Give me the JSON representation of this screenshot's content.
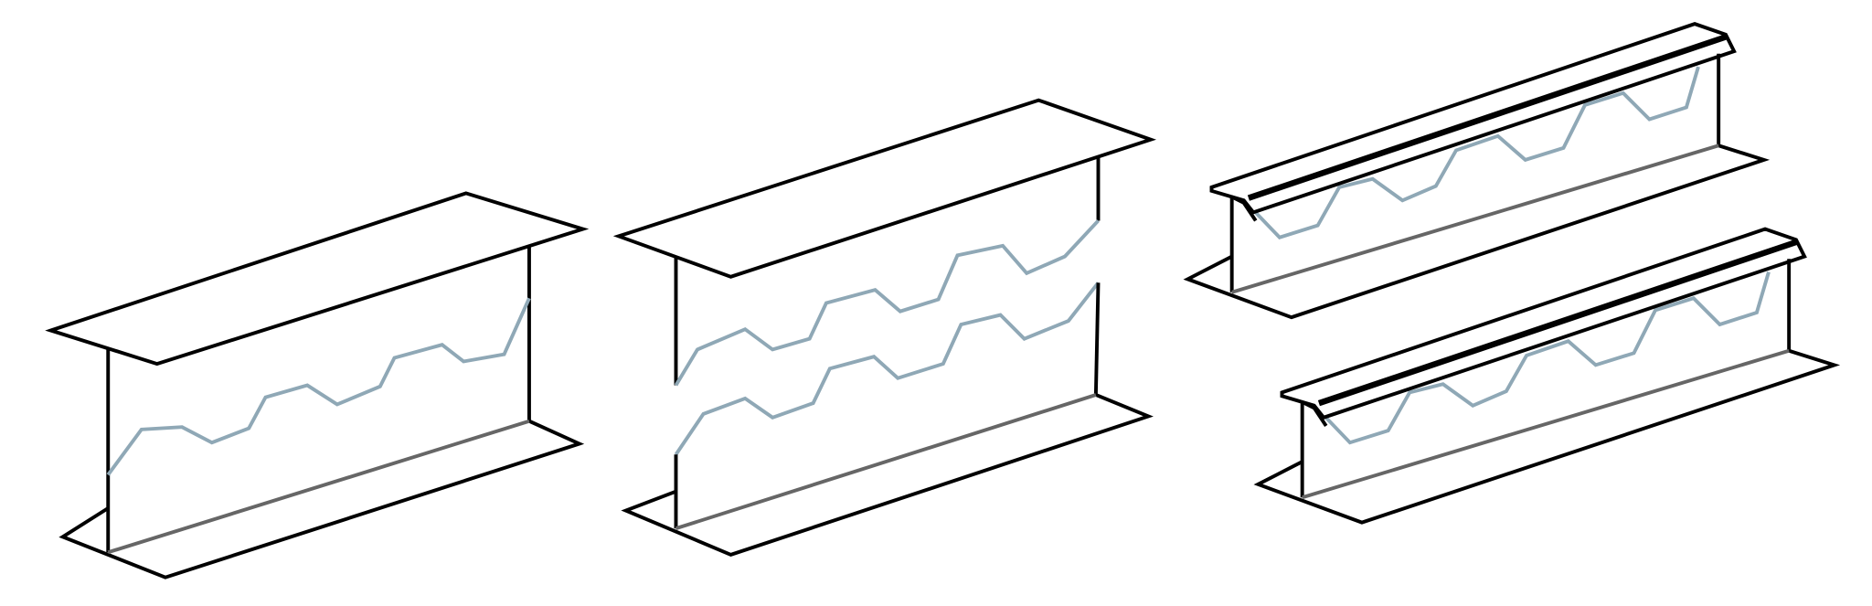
{
  "diagram": {
    "subjects": [
      "castellated-beam",
      "cellular-beam-cut-web",
      "castellated-beam-pair"
    ],
    "colors": {
      "outline": "#000000",
      "cut_line": "#8fa8b6",
      "web_base_edge": "#666666",
      "background": "#ffffff"
    }
  }
}
